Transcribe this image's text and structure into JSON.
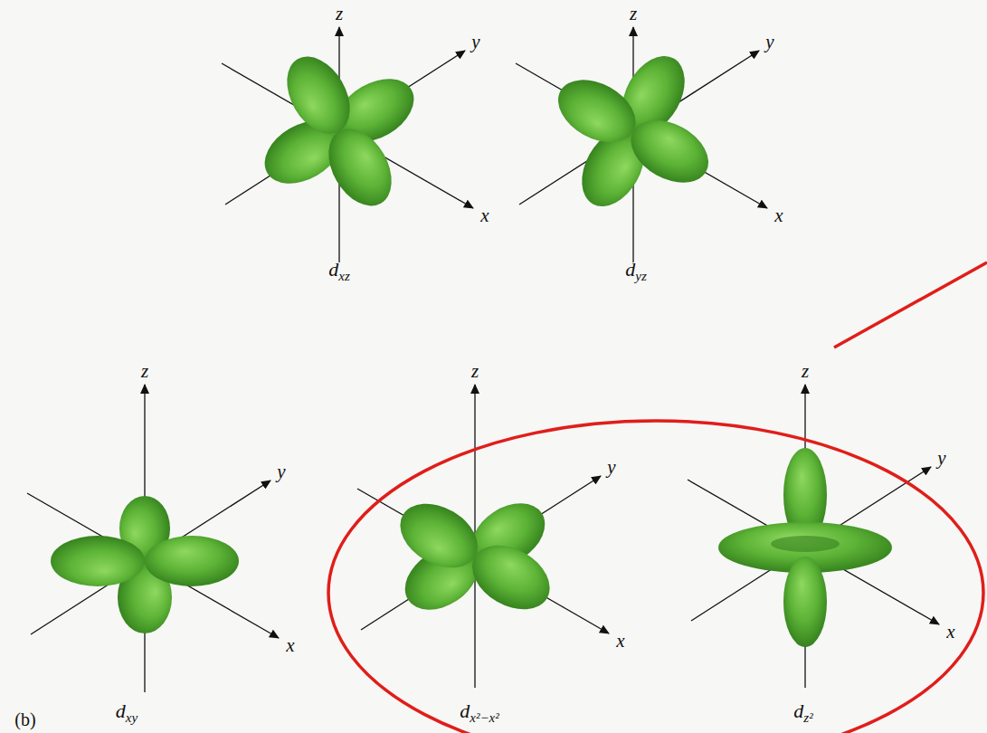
{
  "diagram": {
    "labels": [
      "z",
      "y",
      "x",
      "dxz",
      "z",
      "y",
      "x",
      "dyz",
      "z",
      "y",
      "x",
      "dxy",
      "z",
      "y",
      "x",
      "dx²−x²",
      "z",
      "y",
      "x",
      "dz²",
      "(b)"
    ]
  }
}
